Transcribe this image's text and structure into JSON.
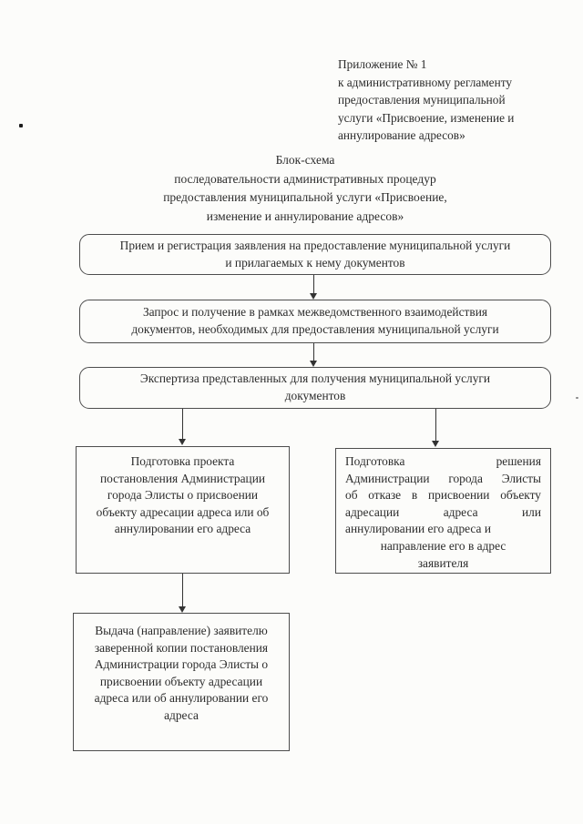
{
  "colors": {
    "ink": "#2c2c2c",
    "border": "#4d4d4d",
    "paper": "#fcfcfa"
  },
  "header_note": {
    "lines": [
      "Приложение № 1",
      "к административному регламенту",
      "предоставления муниципальной",
      "услуги «Присвоение, изменение и",
      "аннулирование адресов»"
    ]
  },
  "title": {
    "lines": [
      "Блок-схема",
      "последовательности административных процедур",
      "предоставления муниципальной услуги «Присвоение,",
      "изменение и аннулирование адресов»"
    ]
  },
  "flowchart": {
    "receive": {
      "lines": [
        "Прием и регистрация заявления на предоставление муниципальной услуги",
        "и прилагаемых к нему документов"
      ]
    },
    "request": {
      "lines": [
        "Запрос и получение в рамках межведомственного взаимодействия",
        "документов, необходимых для предоставления муниципальной услуги"
      ]
    },
    "expertise": {
      "lines": [
        "Экспертиза представленных для получения муниципальной услуги",
        "документов"
      ]
    },
    "draft": {
      "lines": [
        "Подготовка проекта",
        "постановления Администрации",
        "города Элисты о присвоении",
        "объекту адресации адреса или об",
        "аннулировании его адреса"
      ]
    },
    "refusal": {
      "lines": [
        {
          "text": "Подготовка решения",
          "align": "justify"
        },
        {
          "text": "Администрации города Элисты",
          "align": "justify"
        },
        {
          "text": "об отказе в присвоении объекту",
          "align": "justify"
        },
        {
          "text": "адресации адреса или",
          "align": "justify"
        },
        {
          "text": "аннулировании его адреса и",
          "align": "left"
        },
        {
          "text": "направление его в адрес",
          "align": "center"
        },
        {
          "text": "заявителя",
          "align": "center"
        }
      ]
    },
    "issue": {
      "lines": [
        "Выдача (направление) заявителю",
        "заверенной копии постановления",
        "Администрации города Элисты о",
        "присвоении объекту адресации",
        "адреса или об аннулировании его",
        "адреса"
      ]
    }
  }
}
